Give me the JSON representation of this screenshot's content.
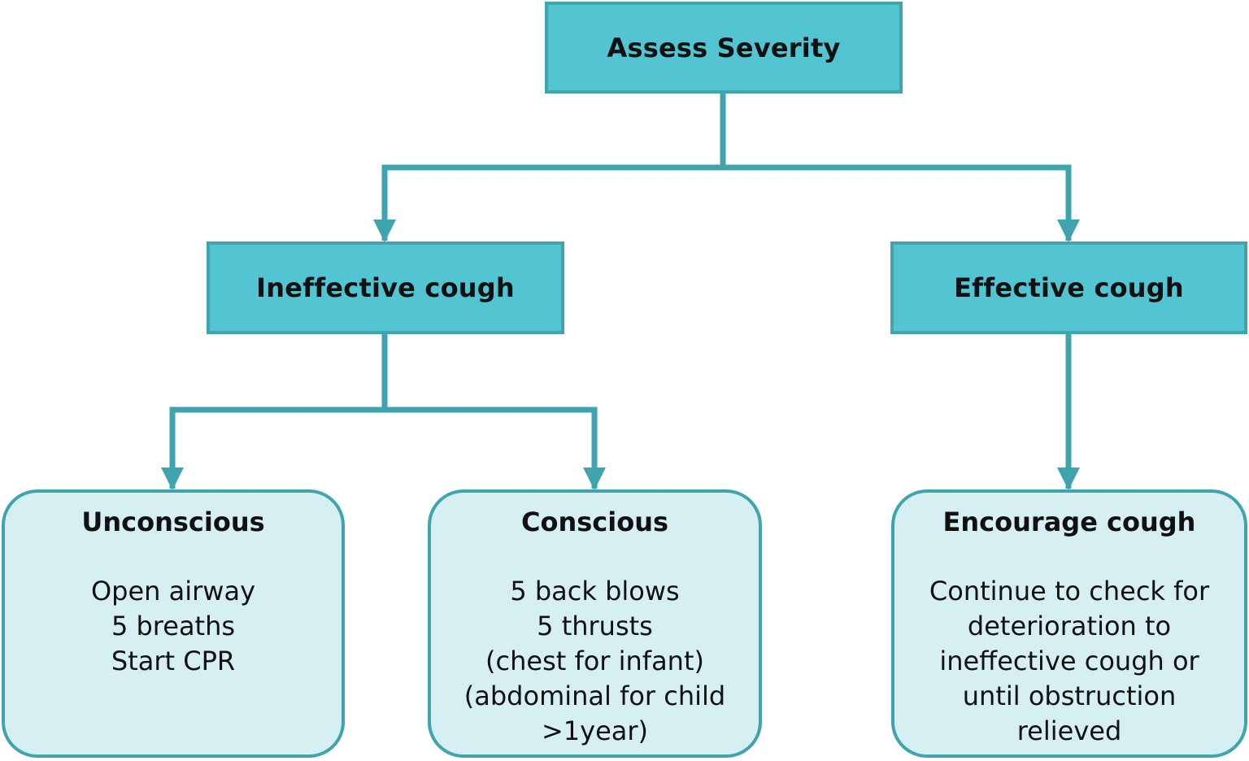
{
  "colors": {
    "primary_fill": "#52c4d2",
    "primary_border": "#3fa4ae",
    "outcome_fill": "#d5eff2",
    "connector": "#3fa4ae"
  },
  "nodes": {
    "assess": {
      "title": "Assess Severity"
    },
    "ineffective": {
      "title": "Ineffective cough"
    },
    "effective": {
      "title": "Effective cough"
    },
    "unconscious": {
      "title": "Unconscious",
      "lines": [
        "Open airway",
        "5 breaths",
        "Start CPR"
      ]
    },
    "conscious": {
      "title": "Conscious",
      "lines": [
        "5 back blows",
        "5 thrusts",
        "(chest for infant)",
        "(abdominal for child",
        ">1year)"
      ]
    },
    "encourage": {
      "title": "Encourage cough",
      "lines": [
        "Continue to check for",
        "deterioration to",
        "ineffective cough or",
        "until obstruction",
        "relieved"
      ]
    }
  },
  "edges": [
    {
      "from": "assess",
      "to": "ineffective"
    },
    {
      "from": "assess",
      "to": "effective"
    },
    {
      "from": "ineffective",
      "to": "unconscious"
    },
    {
      "from": "ineffective",
      "to": "conscious"
    },
    {
      "from": "effective",
      "to": "encourage"
    }
  ]
}
